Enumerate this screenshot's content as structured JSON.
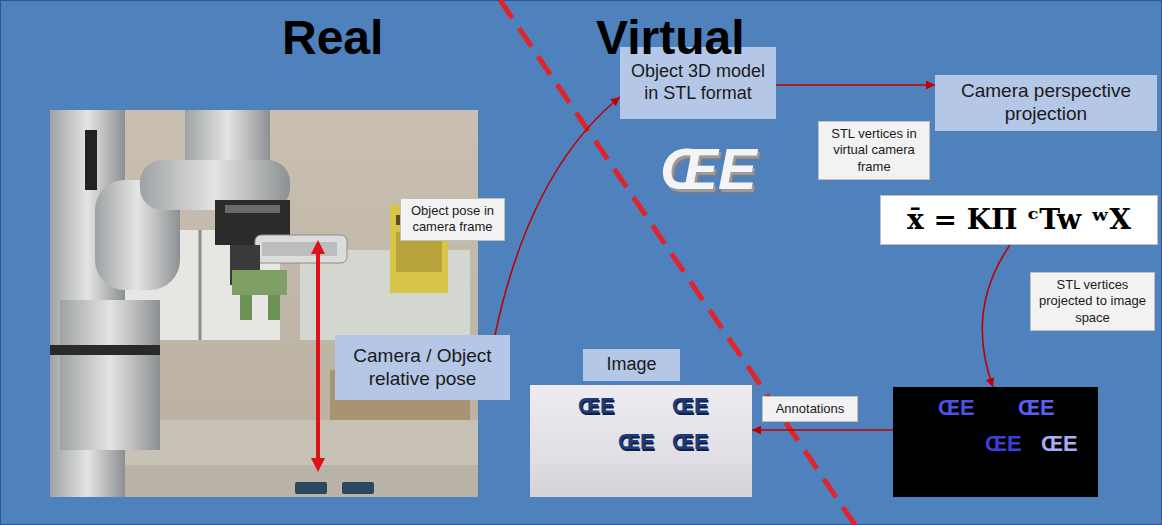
{
  "diagram": {
    "nodes": [
      {
        "text": [
          "Camera / Object relative pose"
        ]
      },
      {
        "text": [
          "Object 3D model in STL format"
        ]
      },
      {
        "text": [
          "Camera perspective projection"
        ]
      },
      {
        "text": [
          "x̄ = KΠ ᶜTw ʷX"
        ]
      },
      {
        "text": [
          "ŒE",
          "ŒE",
          "ŒE",
          "ŒE"
        ]
      },
      {
        "text": [
          "Image"
        ]
      },
      {
        "text": [
          "ŒE",
          "ŒE",
          "ŒE",
          "ŒE"
        ]
      }
    ],
    "edges": [
      {
        "from": 0,
        "to": 1,
        "arrow": "to",
        "label": "Object pose in camera frame"
      },
      {
        "from": 1,
        "to": 2,
        "arrow": "to",
        "label": "STL vertices in virtual camera frame"
      },
      {
        "from": 3,
        "to": 4,
        "arrow": "to",
        "label": "STL vertices projected to image space"
      },
      {
        "from": 4,
        "to": 6,
        "arrow": "to",
        "label": "Annotations"
      }
    ],
    "labels": [
      "Real",
      "Virtual",
      "ŒE"
    ]
  }
}
